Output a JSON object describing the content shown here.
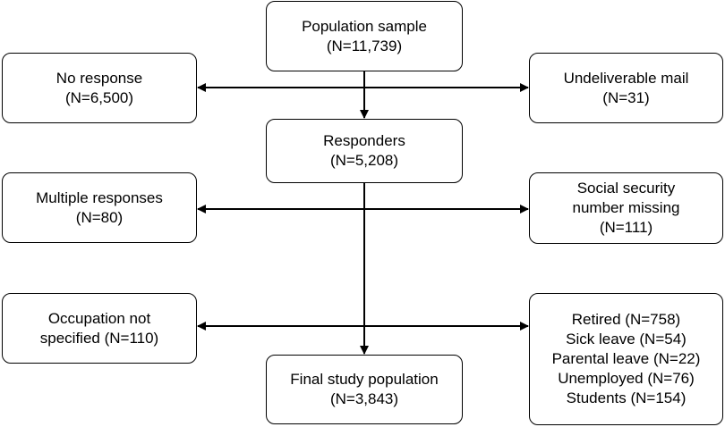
{
  "boxes": {
    "population": [
      "Population sample",
      "(N=11,739)"
    ],
    "no_response": [
      "No response",
      "(N=6,500)"
    ],
    "undeliverable": [
      "Undeliverable mail",
      "(N=31)"
    ],
    "responders": [
      "Responders",
      "(N=5,208)"
    ],
    "multiple": [
      "Multiple responses",
      "(N=80)"
    ],
    "ssn_missing": [
      "Social security",
      "number missing",
      "(N=111)"
    ],
    "occupation": [
      "Occupation not",
      "specified (N=110)"
    ],
    "excluded": [
      "Retired (N=758)",
      "Sick leave (N=54)",
      "Parental leave (N=22)",
      "Unemployed (N=76)",
      "Students (N=154)"
    ],
    "final": [
      "Final study population",
      "(N=3,843)"
    ]
  },
  "colors": {
    "line": "#000000",
    "box_fill": "#ffffff",
    "text": "#000000"
  }
}
